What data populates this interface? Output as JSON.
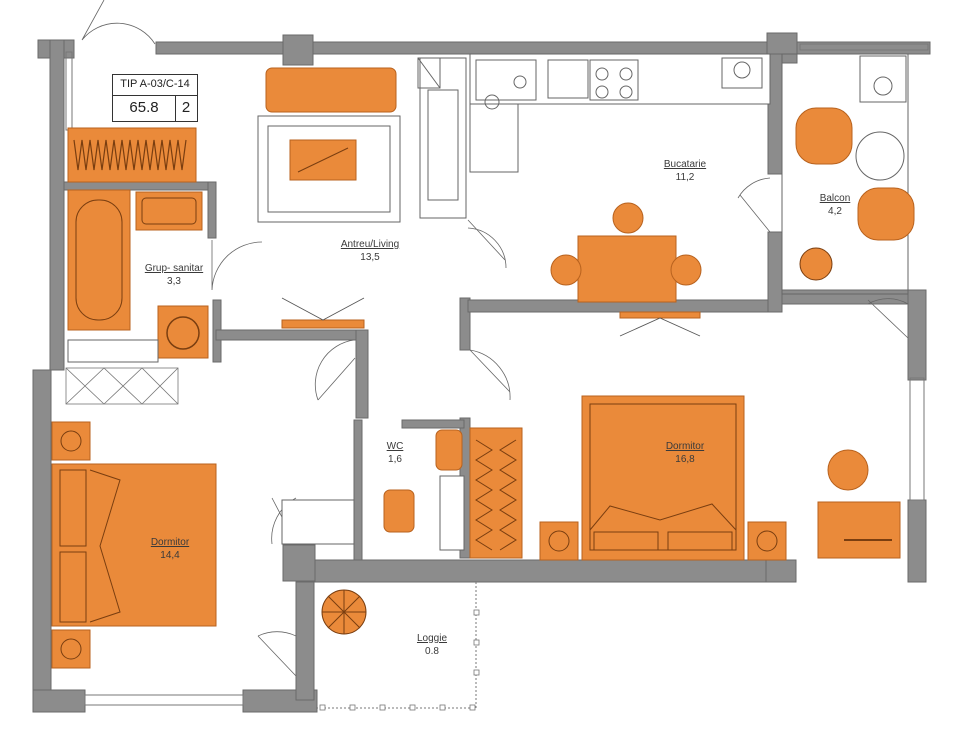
{
  "plan": {
    "type_label": "TIP A-03/C-14",
    "total_area": "65.8",
    "rooms_count": "2"
  },
  "rooms": {
    "living": {
      "name": "Antreu/Living",
      "area": "13,5"
    },
    "kitchen": {
      "name": "Bucatarie",
      "area": "11,2"
    },
    "balcony": {
      "name": "Balcon",
      "area": "4,2"
    },
    "bathroom": {
      "name": "Grup- sanitar",
      "area": "3,3"
    },
    "wc": {
      "name": "WC",
      "area": "1,6"
    },
    "bedroom_small": {
      "name": "Dormitor",
      "area": "14,4"
    },
    "bedroom_large": {
      "name": "Dormitor",
      "area": "16,8"
    },
    "loggia": {
      "name": "Loggie",
      "area": "0.8"
    }
  },
  "colors": {
    "wall": "#8c8c8c",
    "furniture": "#ea8a3a",
    "furniture_dark": "#b8621e",
    "line": "#555555"
  }
}
